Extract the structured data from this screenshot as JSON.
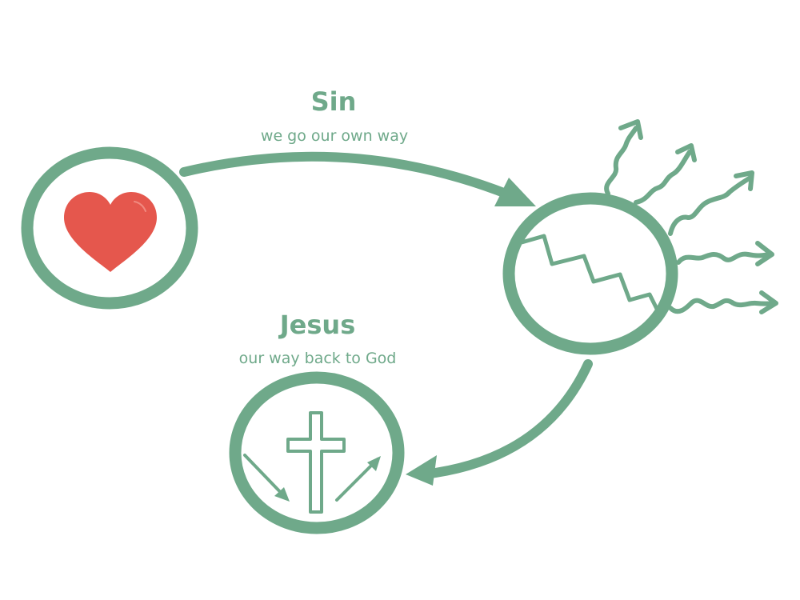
{
  "colors": {
    "accent": "#6FA98A",
    "heart": "#E5574D"
  },
  "sin": {
    "title": "Sin",
    "subtitle": "we go our own way"
  },
  "jesus": {
    "title": "Jesus",
    "subtitle": "our way back to God"
  },
  "icons": [
    "heart-icon",
    "broken-circle-icon",
    "wavy-arrow-icon",
    "cross-icon"
  ]
}
